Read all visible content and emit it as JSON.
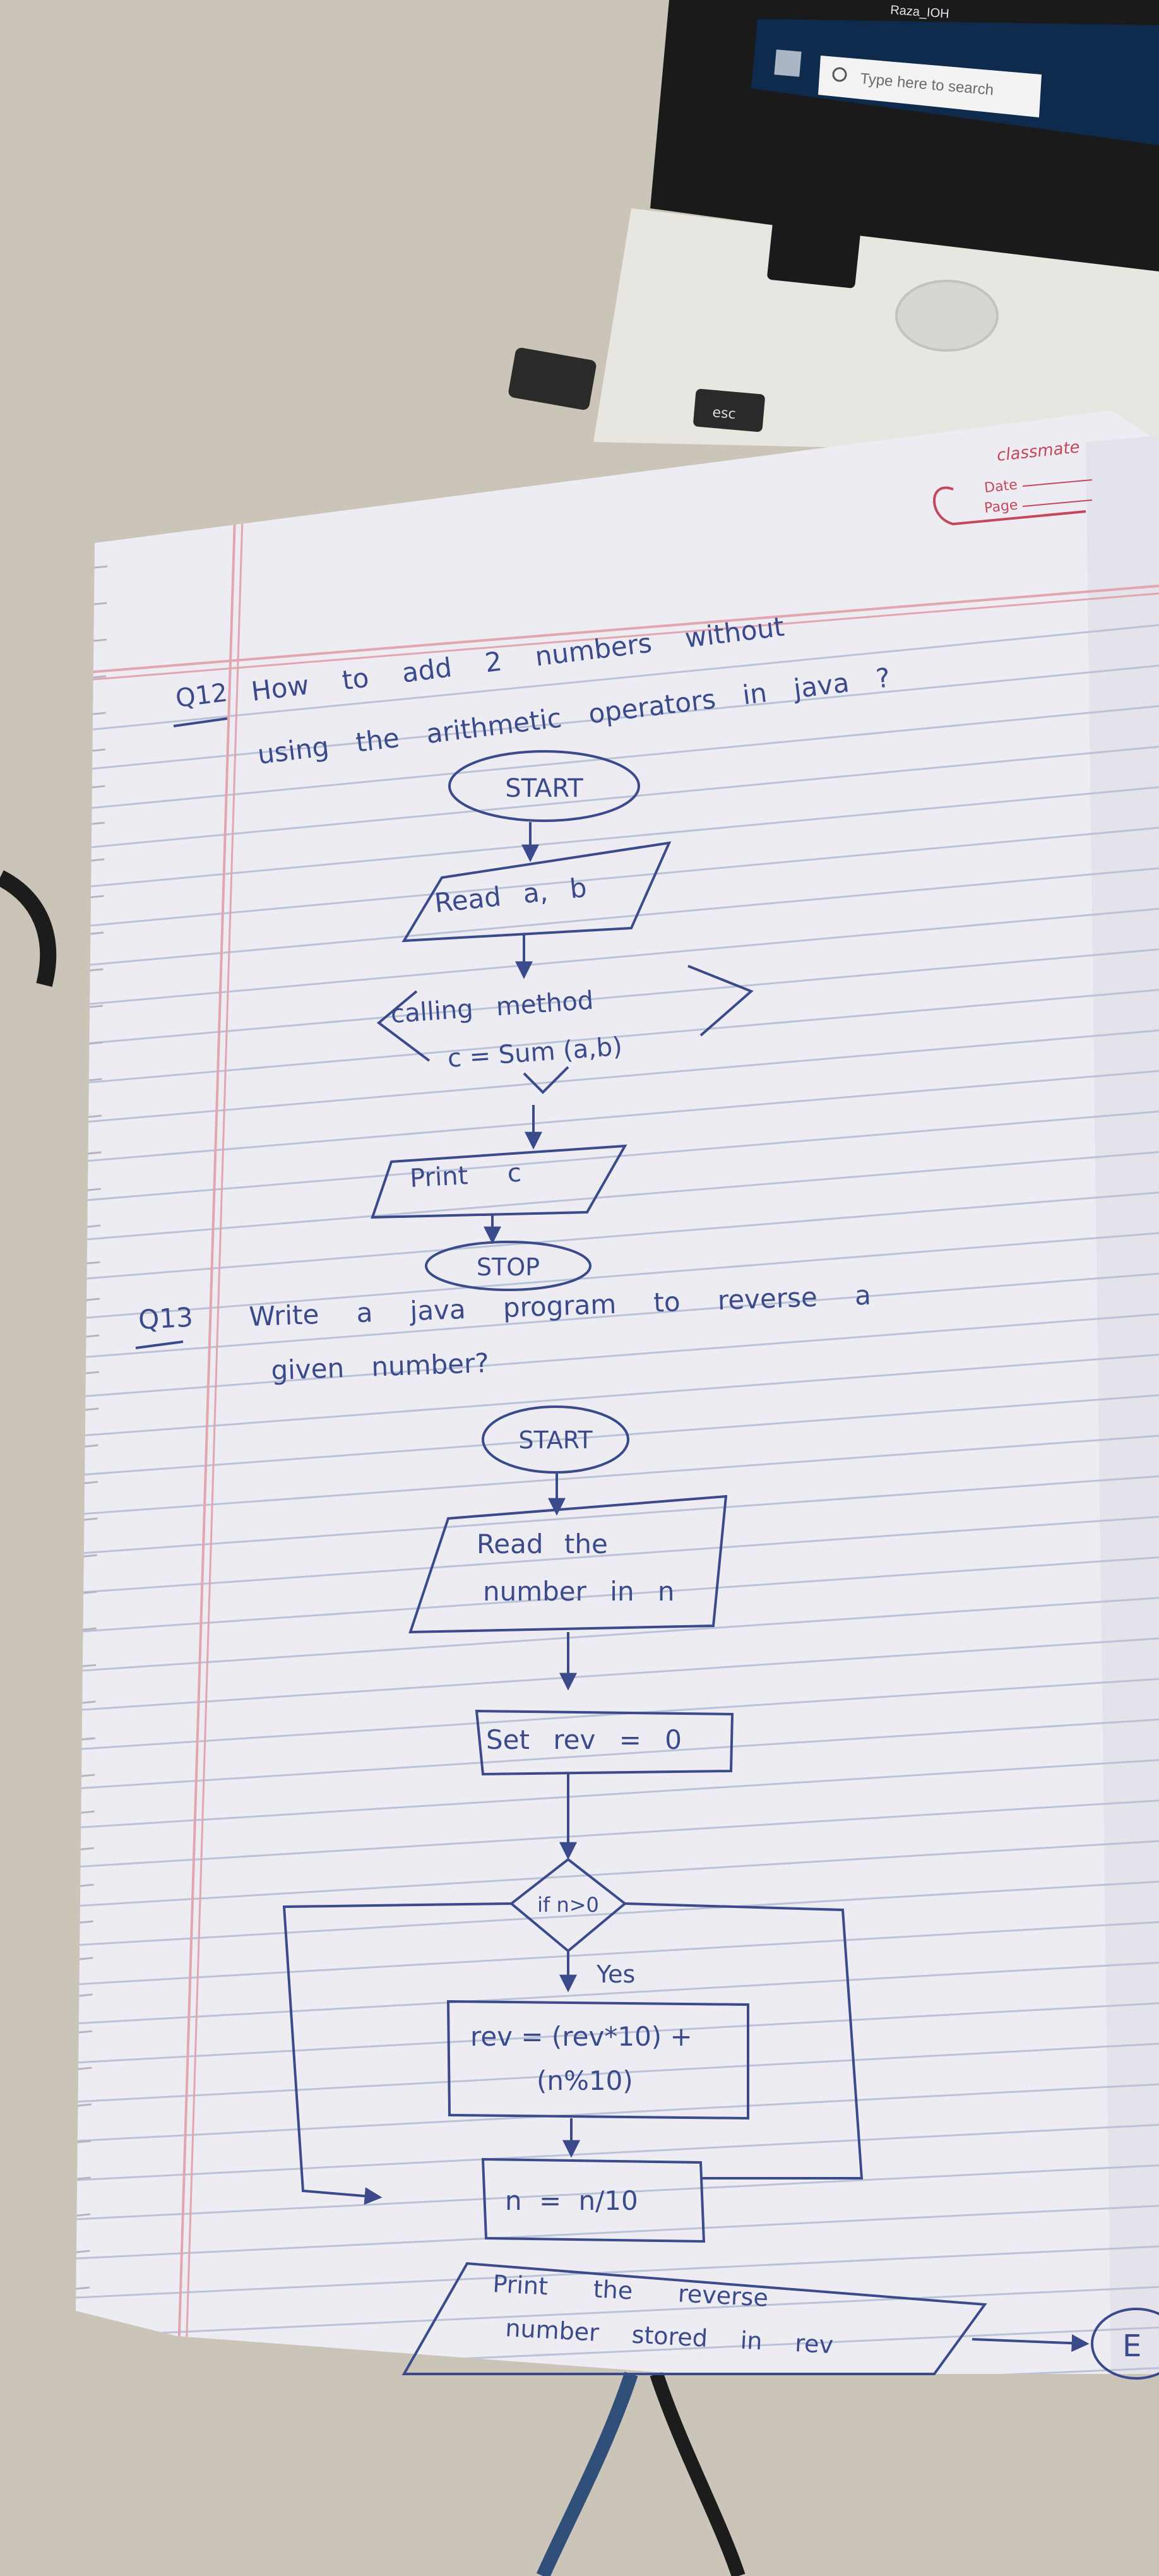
{
  "taskbar": {
    "search_placeholder": "Type here to search",
    "user_label": "Raza_IOH"
  },
  "keyboard": {
    "esc_label": "esc"
  },
  "notebook": {
    "brand": "classmate",
    "date_label": "Date",
    "page_label": "Page"
  },
  "q12": {
    "number": "Q12",
    "question_line1": "How to add 2 numbers without",
    "question_line2": "using the arithmetic operators in java ?",
    "flow": {
      "start": "START",
      "read": "Read a, b",
      "method_line1": "calling method",
      "method_line2": "c = Sum (a,b)",
      "print": "Print c",
      "stop": "STOP"
    }
  },
  "q13": {
    "number": "Q13",
    "question_line1": "Write a java program to reverse a",
    "question_line2": "given number?",
    "flow": {
      "start": "START",
      "read_line1": "Read the",
      "read_line2": "number in n",
      "set": "Set rev = 0",
      "condition": "if n>0",
      "yes_label": "Yes",
      "compute_line1": "rev = (rev*10) +",
      "compute_line2": "(n%10)",
      "divide": "n = n/10",
      "print_line1": "Print the reverse",
      "print_line2": "number stored in rev",
      "end_fragment": "E"
    }
  },
  "colors": {
    "ink": "#3a4a8a",
    "margin_line": "#e3a6b0",
    "ruled_line": "#b9c2d6",
    "paper": "#eeecf3"
  }
}
